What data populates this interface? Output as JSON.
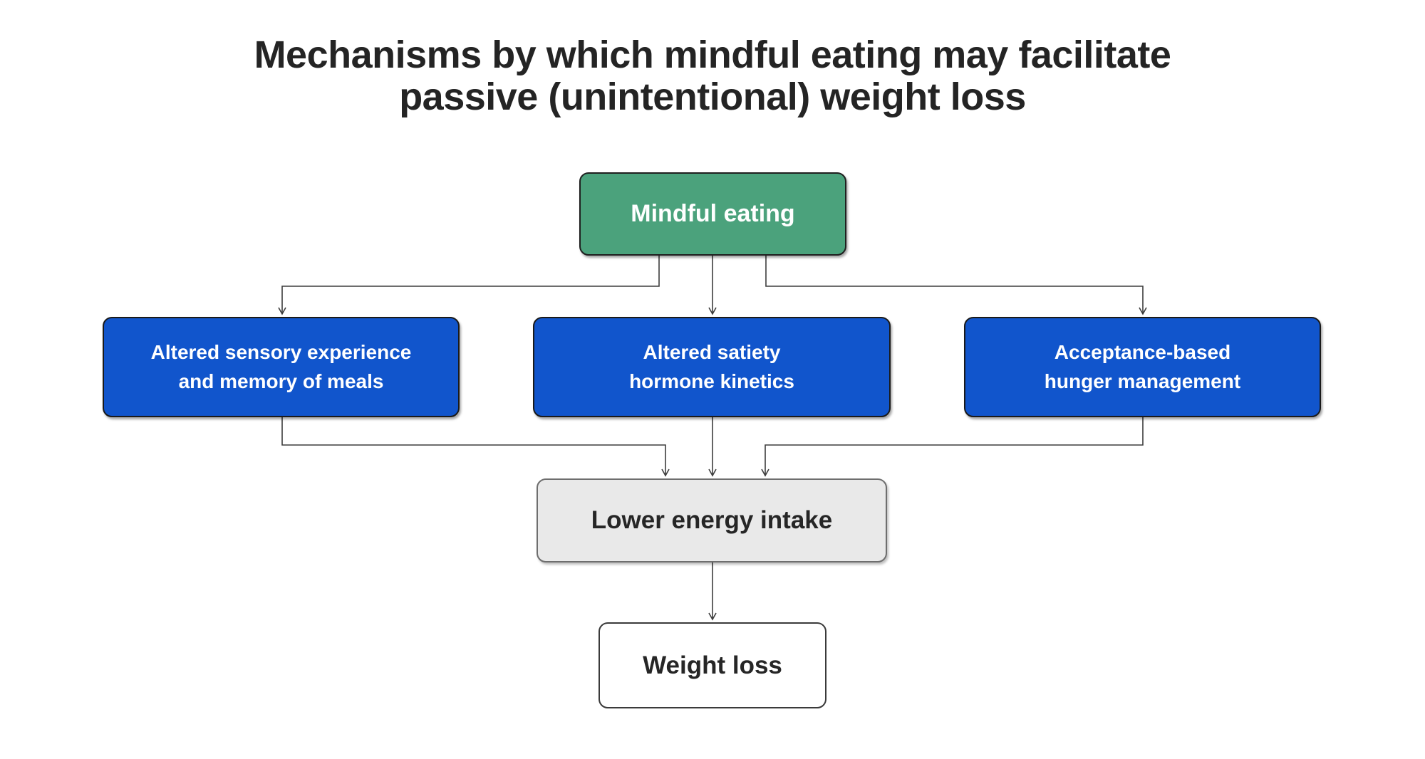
{
  "title": {
    "lines": [
      "Mechanisms by which mindful eating may facilitate",
      "passive (unintentional) weight loss"
    ]
  },
  "diagram": {
    "nodes": {
      "root": {
        "id": "mindful-eating",
        "label": "Mindful eating",
        "fill_color": "#4BA27C",
        "text_color": "#FFFFFF"
      },
      "mech1": {
        "id": "altered-sensory-experience",
        "lines": [
          "Altered sensory experience",
          "and memory of meals"
        ],
        "fill_color": "#1155CC",
        "text_color": "#FFFFFF"
      },
      "mech2": {
        "id": "altered-satiety-hormone-kinetics",
        "lines": [
          "Altered satiety",
          "hormone kinetics"
        ],
        "fill_color": "#1155CC",
        "text_color": "#FFFFFF"
      },
      "mech3": {
        "id": "acceptance-based-hunger-management",
        "lines": [
          "Acceptance-based",
          "hunger management"
        ],
        "fill_color": "#1155CC",
        "text_color": "#FFFFFF"
      },
      "intermediate": {
        "id": "lower-energy-intake",
        "label": "Lower energy intake",
        "fill_color": "#E9E9E9",
        "text_color": "#262626"
      },
      "outcome": {
        "id": "weight-loss",
        "label": "Weight loss",
        "fill_color": "#FFFFFF",
        "text_color": "#262626"
      }
    },
    "edges": [
      {
        "from": "mindful-eating",
        "to": "altered-sensory-experience"
      },
      {
        "from": "mindful-eating",
        "to": "altered-satiety-hormone-kinetics"
      },
      {
        "from": "mindful-eating",
        "to": "acceptance-based-hunger-management"
      },
      {
        "from": "altered-sensory-experience",
        "to": "lower-energy-intake"
      },
      {
        "from": "altered-satiety-hormone-kinetics",
        "to": "lower-energy-intake"
      },
      {
        "from": "acceptance-based-hunger-management",
        "to": "lower-energy-intake"
      },
      {
        "from": "lower-energy-intake",
        "to": "weight-loss"
      }
    ],
    "line_color": "#3D3D3D"
  }
}
